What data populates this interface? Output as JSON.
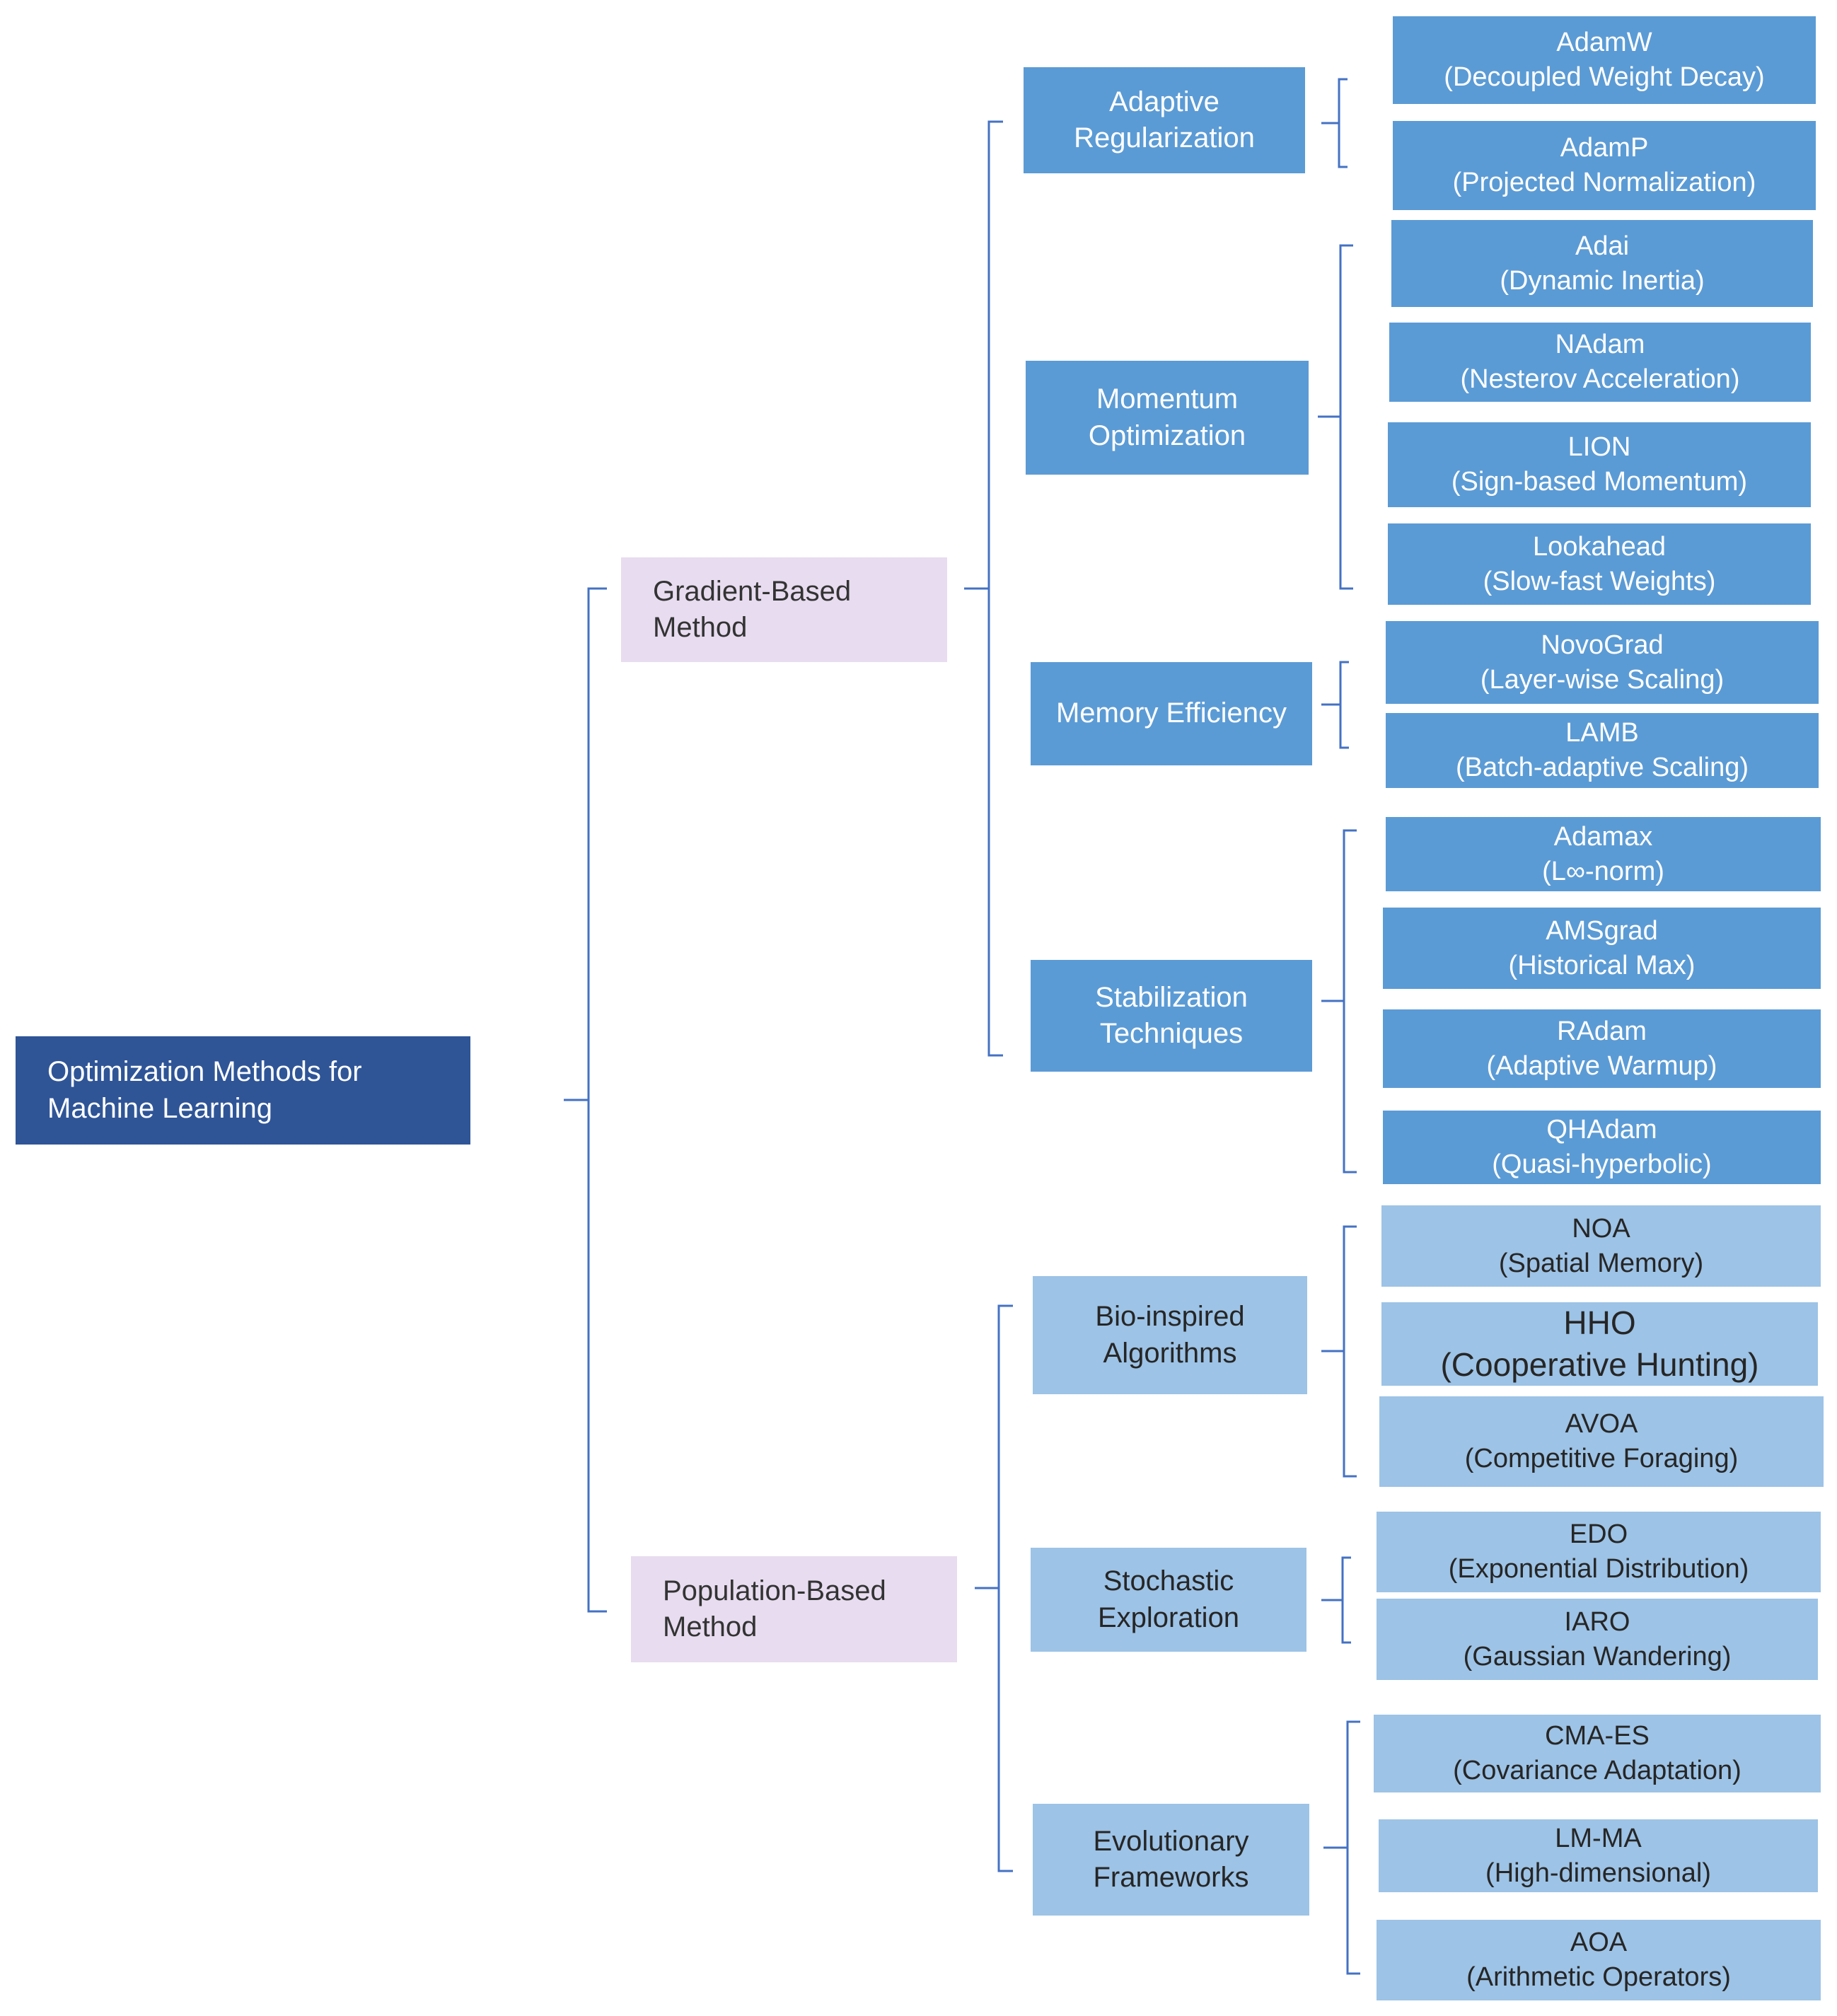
{
  "root": {
    "lines": [
      "Optimization Methods for",
      "Machine Learning"
    ]
  },
  "categories": [
    {
      "lines": [
        "Gradient-Based",
        "Method"
      ],
      "subcategories": [
        {
          "lines": [
            "Adaptive",
            "Regularization"
          ],
          "leaves": [
            {
              "name": "AdamW",
              "detail": "(Decoupled Weight Decay)"
            },
            {
              "name": "AdamP",
              "detail": "(Projected Normalization)"
            }
          ]
        },
        {
          "lines": [
            "Momentum",
            "Optimization"
          ],
          "leaves": [
            {
              "name": "Adai",
              "detail": "(Dynamic Inertia)"
            },
            {
              "name": "NAdam",
              "detail": "(Nesterov Acceleration)"
            },
            {
              "name": "LION",
              "detail": "(Sign-based Momentum)"
            },
            {
              "name": "Lookahead",
              "detail": "(Slow-fast Weights)"
            }
          ]
        },
        {
          "lines": [
            "Memory Efficiency"
          ],
          "leaves": [
            {
              "name": "NovoGrad",
              "detail": "(Layer-wise Scaling)"
            },
            {
              "name": "LAMB",
              "detail": "(Batch-adaptive Scaling)"
            }
          ]
        },
        {
          "lines": [
            "Stabilization",
            "Techniques"
          ],
          "leaves": [
            {
              "name": "Adamax",
              "detail": "(L∞-norm)"
            },
            {
              "name": "AMSgrad",
              "detail": "(Historical Max)"
            },
            {
              "name": "RAdam",
              "detail": "(Adaptive Warmup)"
            },
            {
              "name": "QHAdam",
              "detail": "(Quasi-hyperbolic)"
            }
          ]
        }
      ]
    },
    {
      "lines": [
        "Population-Based",
        "Method"
      ],
      "subcategories": [
        {
          "lines": [
            "Bio-inspired",
            "Algorithms"
          ],
          "leaves": [
            {
              "name": "NOA",
              "detail": "(Spatial Memory)"
            },
            {
              "name": "HHO",
              "detail": "(Cooperative Hunting)"
            },
            {
              "name": "AVOA",
              "detail": "(Competitive Foraging)"
            }
          ]
        },
        {
          "lines": [
            "Stochastic",
            "Exploration"
          ],
          "leaves": [
            {
              "name": "EDO",
              "detail": "(Exponential Distribution)"
            },
            {
              "name": "IARO",
              "detail": "(Gaussian Wandering)"
            }
          ]
        },
        {
          "lines": [
            "Evolutionary",
            "Frameworks"
          ],
          "leaves": [
            {
              "name": "CMA-ES",
              "detail": "(Covariance Adaptation)"
            },
            {
              "name": "LM-MA",
              "detail": "(High-dimensional)"
            },
            {
              "name": "AOA",
              "detail": "(Arithmetic Operators)"
            }
          ]
        }
      ]
    }
  ],
  "colors": {
    "root": "#2f5597",
    "category": "#e8dcf0",
    "gradient_box": "#5b9bd5",
    "population_box": "#9dc3e6",
    "connector": "#4472c4"
  }
}
